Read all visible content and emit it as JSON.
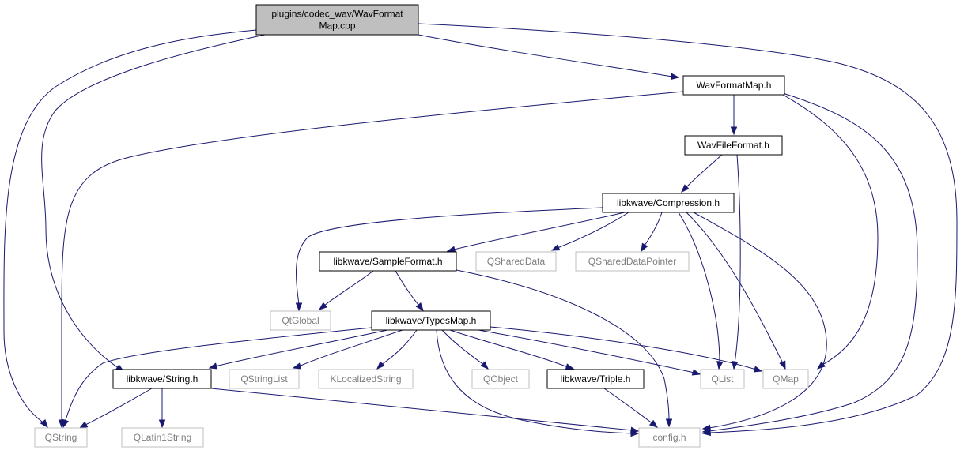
{
  "colors": {
    "edge": "#191970",
    "root_fill": "#bfbfbf",
    "node_border": "#000000",
    "external_border": "#bfbfbf",
    "external_text": "#7f7f7f",
    "node_text": "#000000"
  },
  "nodes": {
    "root": {
      "lines": [
        "plugins/codec_wav/WavFormat",
        "Map.cpp"
      ],
      "kind": "root"
    },
    "wavformatmap": {
      "lines": [
        "WavFormatMap.h"
      ],
      "kind": "local"
    },
    "wavfileformat": {
      "lines": [
        "WavFileFormat.h"
      ],
      "kind": "local"
    },
    "compression": {
      "lines": [
        "libkwave/Compression.h"
      ],
      "kind": "local"
    },
    "sampleformat": {
      "lines": [
        "libkwave/SampleFormat.h"
      ],
      "kind": "local"
    },
    "qshareddata": {
      "lines": [
        "QSharedData"
      ],
      "kind": "external"
    },
    "qshareddatapointer": {
      "lines": [
        "QSharedDataPointer"
      ],
      "kind": "external"
    },
    "qtglobal": {
      "lines": [
        "QtGlobal"
      ],
      "kind": "external"
    },
    "typesmap": {
      "lines": [
        "libkwave/TypesMap.h"
      ],
      "kind": "local"
    },
    "string": {
      "lines": [
        "libkwave/String.h"
      ],
      "kind": "local"
    },
    "qstringlist": {
      "lines": [
        "QStringList"
      ],
      "kind": "external"
    },
    "klocalizedstring": {
      "lines": [
        "KLocalizedString"
      ],
      "kind": "external"
    },
    "qobject": {
      "lines": [
        "QObject"
      ],
      "kind": "external"
    },
    "triple": {
      "lines": [
        "libkwave/Triple.h"
      ],
      "kind": "local"
    },
    "qlist": {
      "lines": [
        "QList"
      ],
      "kind": "external"
    },
    "qmap": {
      "lines": [
        "QMap"
      ],
      "kind": "external"
    },
    "qstring": {
      "lines": [
        "QString"
      ],
      "kind": "external"
    },
    "qlatin1string": {
      "lines": [
        "QLatin1String"
      ],
      "kind": "external"
    },
    "config": {
      "lines": [
        "config.h"
      ],
      "kind": "external"
    }
  },
  "edges": [
    {
      "from": "root",
      "to": "wavformatmap"
    },
    {
      "from": "root",
      "to": "qstring"
    },
    {
      "from": "root",
      "to": "string"
    },
    {
      "from": "root",
      "to": "config"
    },
    {
      "from": "wavformatmap",
      "to": "wavfileformat"
    },
    {
      "from": "wavformatmap",
      "to": "qstring"
    },
    {
      "from": "wavformatmap",
      "to": "qmap"
    },
    {
      "from": "wavformatmap",
      "to": "config"
    },
    {
      "from": "wavfileformat",
      "to": "compression"
    },
    {
      "from": "wavfileformat",
      "to": "qlist"
    },
    {
      "from": "compression",
      "to": "sampleformat"
    },
    {
      "from": "compression",
      "to": "qshareddata"
    },
    {
      "from": "compression",
      "to": "qshareddatapointer"
    },
    {
      "from": "compression",
      "to": "qtglobal"
    },
    {
      "from": "compression",
      "to": "qlist"
    },
    {
      "from": "compression",
      "to": "qmap"
    },
    {
      "from": "compression",
      "to": "config"
    },
    {
      "from": "sampleformat",
      "to": "qtglobal"
    },
    {
      "from": "sampleformat",
      "to": "typesmap"
    },
    {
      "from": "sampleformat",
      "to": "config"
    },
    {
      "from": "typesmap",
      "to": "string"
    },
    {
      "from": "typesmap",
      "to": "qstringlist"
    },
    {
      "from": "typesmap",
      "to": "klocalizedstring"
    },
    {
      "from": "typesmap",
      "to": "qobject"
    },
    {
      "from": "typesmap",
      "to": "triple"
    },
    {
      "from": "typesmap",
      "to": "qlist"
    },
    {
      "from": "typesmap",
      "to": "qmap"
    },
    {
      "from": "typesmap",
      "to": "qstring"
    },
    {
      "from": "typesmap",
      "to": "config"
    },
    {
      "from": "string",
      "to": "qstring"
    },
    {
      "from": "string",
      "to": "qlatin1string"
    },
    {
      "from": "string",
      "to": "config"
    },
    {
      "from": "triple",
      "to": "config"
    }
  ]
}
